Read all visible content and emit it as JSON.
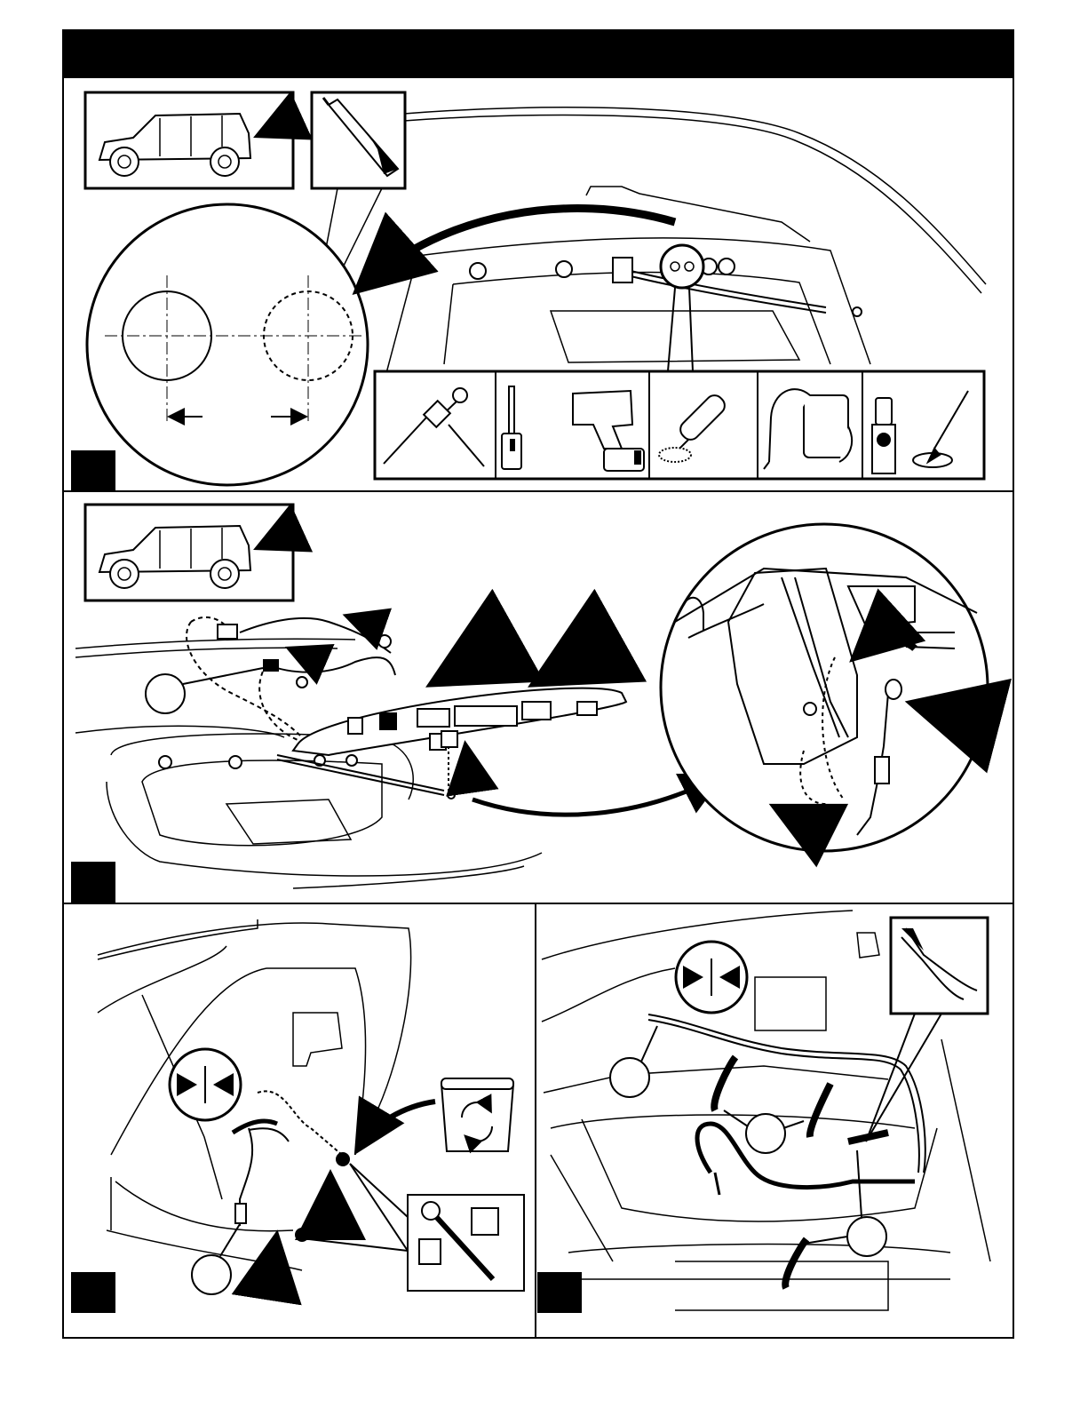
{
  "page": {
    "header": "",
    "steps": [
      {
        "id": "step-1",
        "number": ""
      },
      {
        "id": "step-2",
        "number": ""
      },
      {
        "id": "step-3",
        "number": ""
      },
      {
        "id": "step-4",
        "number": ""
      }
    ]
  },
  "step1": {
    "tools": [
      "center-punch-hammer-icon",
      "hole-saw-drill-icon",
      "deburr-tool-icon",
      "shop-vacuum-icon",
      "touch-up-paint-brush-icon"
    ],
    "callout": "",
    "paint_label": "Touch-Up Paint"
  },
  "step2": {
    "callout": ""
  },
  "step3": {
    "callout": "",
    "torque_box": "",
    "connect_icon": "connector-icon",
    "discard_icon": "recycle-bin-icon"
  },
  "step4": {
    "callout_left": "",
    "callout_mid": "",
    "callout_right": "",
    "connect_icon": "connector-icon",
    "tool_icon": "side-cutter-icon"
  },
  "colors": {
    "ink": "#000000",
    "paper": "#ffffff"
  }
}
